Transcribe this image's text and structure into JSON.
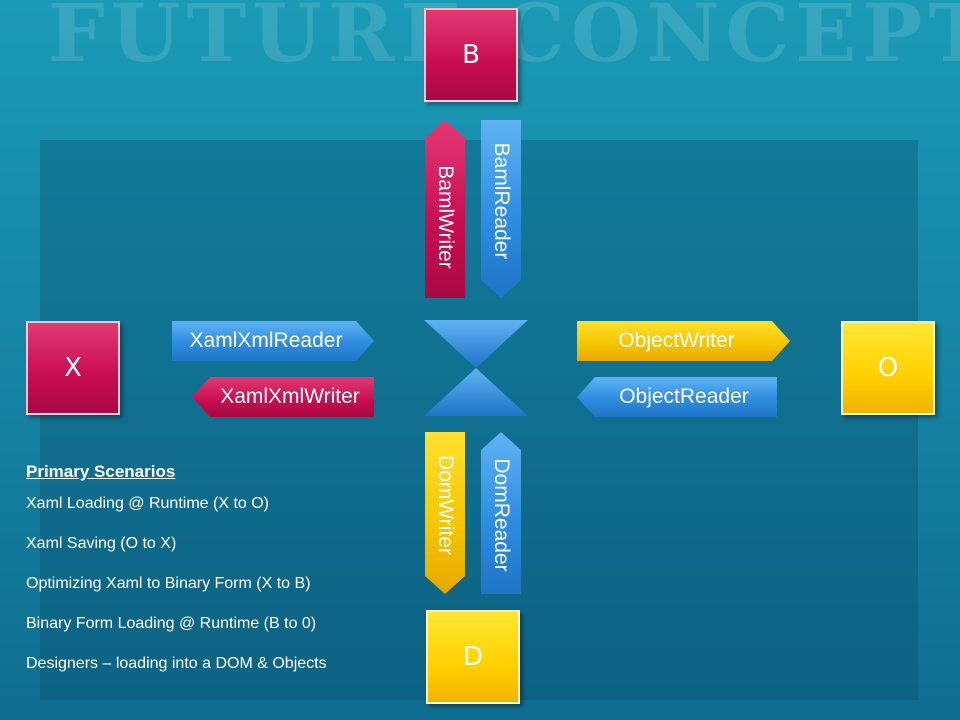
{
  "watermark": "FUTURE CONCEPT",
  "nodes": {
    "b": "B",
    "x": "X",
    "o": "O",
    "d": "D"
  },
  "arrows": {
    "xamlxmlreader": "XamlXmlReader",
    "xamlxmlwriter": "XamlXmlWriter",
    "objectwriter": "ObjectWriter",
    "objectreader": "ObjectReader",
    "bamlwriter": "BamlWriter",
    "bamlreader": "BamlReader",
    "domwriter": "DomWriter",
    "domreader": "DomReader"
  },
  "scenarios": {
    "title": "Primary Scenarios",
    "items": [
      "Xaml Loading @ Runtime (X to O)",
      "Xaml Saving (O to X)",
      "Optimizing Xaml to Binary Form (X to B)",
      "Binary Form Loading @ Runtime (B to 0)",
      "Designers – loading into a DOM & Objects"
    ]
  },
  "colors": {
    "background": "#1687a6",
    "red_node": "#c70c4f",
    "yellow_node": "#ffd000",
    "blue_arrow": "#2e8de0"
  }
}
